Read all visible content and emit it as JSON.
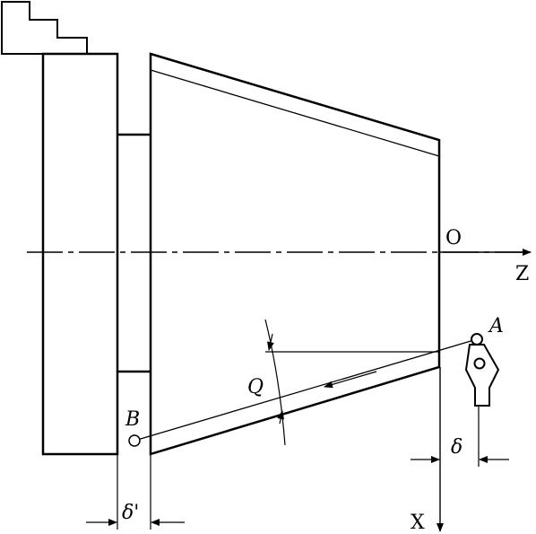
{
  "diagram": {
    "labels": {
      "origin": "O",
      "z_axis": "Z",
      "x_axis": "X",
      "point_a": "A",
      "point_b": "B",
      "angle": "Q",
      "offset_delta": "δ",
      "offset_delta_prime": "δ'"
    },
    "colors": {
      "stroke": "#000000",
      "background": "#ffffff"
    }
  }
}
